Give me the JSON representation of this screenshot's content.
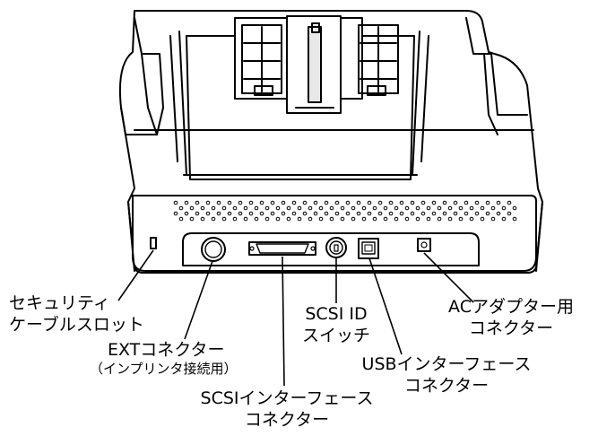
{
  "labels": {
    "security_slot": [
      "セキュリティ",
      "ケーブルスロット"
    ],
    "ext_connector": "EXTコネクター",
    "ext_connector_note": "（インプリンタ接続用）",
    "scsi_connector": [
      "SCSIインターフェース",
      "コネクター"
    ],
    "scsi_id_switch": [
      "SCSI ID",
      "スイッチ"
    ],
    "usb_connector": [
      "USBインターフェース",
      "コネクター"
    ],
    "ac_adapter": [
      "ACアダプター用",
      "コネクター"
    ]
  },
  "colors": {
    "line": "#000000",
    "body": "#ffffff",
    "shade": "#e8e8e8"
  },
  "icons": [
    "security-slot-icon",
    "ext-connector-icon",
    "scsi-connector-icon",
    "scsi-id-dial-icon",
    "usb-port-icon",
    "ac-inlet-icon"
  ]
}
